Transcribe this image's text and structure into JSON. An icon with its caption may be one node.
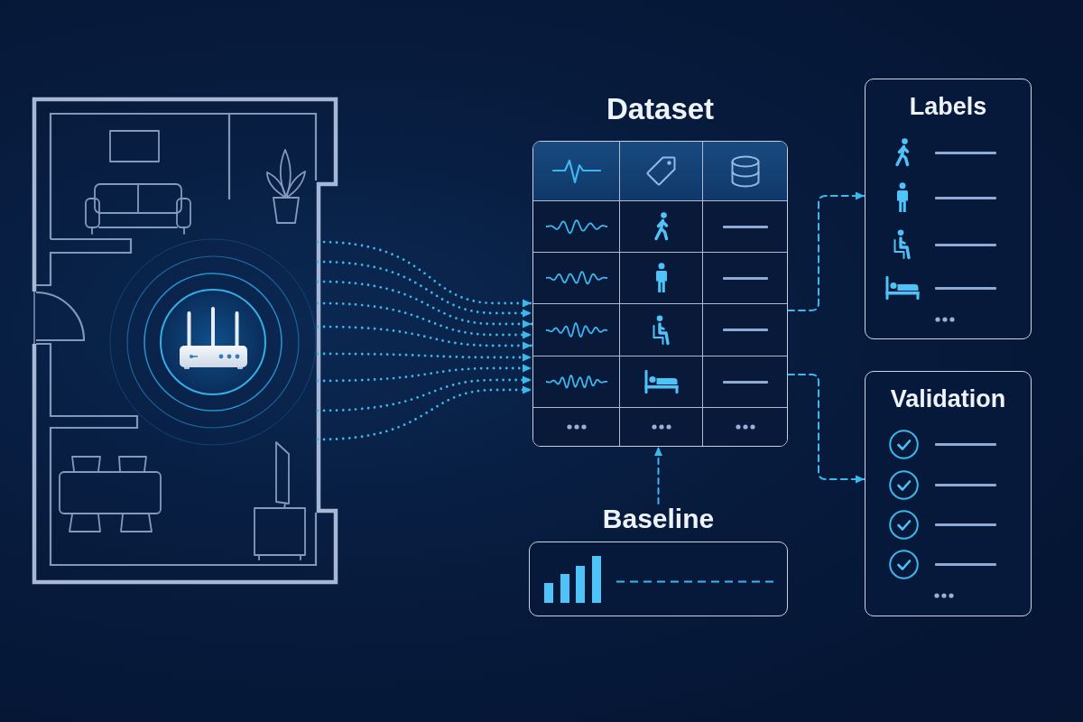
{
  "diagram": {
    "nodes": [
      {
        "text": [],
        "shape": "picture"
      },
      {
        "text": [
          "Dataset"
        ]
      },
      {
        "text": [
          "Labels"
        ]
      },
      {
        "text": [
          "Validation"
        ]
      },
      {
        "text": [
          "Baseline"
        ]
      }
    ],
    "edges": [
      {
        "from": 0,
        "to": 1,
        "arrow": "to",
        "style": "dashed"
      },
      {
        "from": 0,
        "to": 1,
        "arrow": "to",
        "style": "dashed"
      },
      {
        "from": 0,
        "to": 1,
        "arrow": "to",
        "style": "dashed"
      },
      {
        "from": 0,
        "to": 1,
        "arrow": "to",
        "style": "dashed"
      },
      {
        "from": 0,
        "to": 1,
        "arrow": "to",
        "style": "dashed"
      },
      {
        "from": 0,
        "to": 1,
        "arrow": "to",
        "style": "dashed"
      },
      {
        "from": 0,
        "to": 1,
        "arrow": "to",
        "style": "dashed"
      },
      {
        "from": 0,
        "to": 1,
        "arrow": "to",
        "style": "dashed"
      },
      {
        "from": 0,
        "to": 1,
        "arrow": "to",
        "style": "dashed"
      },
      {
        "from": 1,
        "to": 2,
        "arrow": "to",
        "style": "dashed"
      },
      {
        "from": 1,
        "to": 3,
        "arrow": "to",
        "style": "dashed"
      },
      {
        "from": 4,
        "to": 1,
        "arrow": "to",
        "style": "dashed"
      }
    ]
  }
}
